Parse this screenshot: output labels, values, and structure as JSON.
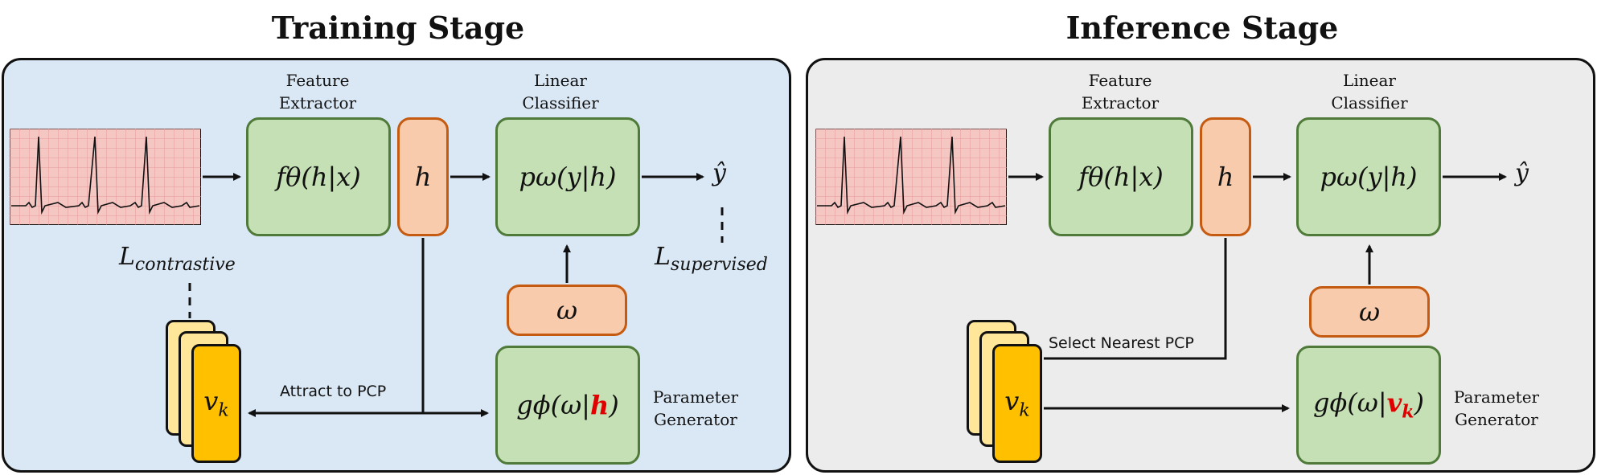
{
  "training": {
    "title": "Training Stage",
    "feature_extractor_label": "Feature\nExtractor",
    "linear_classifier_label": "Linear\nClassifier",
    "parameter_generator_label": "Parameter\nGenerator",
    "f_box": "fθ(h|x)",
    "h_box": "h",
    "p_box": "pω(y|h)",
    "omega_box": "ω",
    "g_box_prefix": "gϕ(ω|",
    "g_box_var": "h",
    "g_box_suffix": ")",
    "y_hat": "ŷ",
    "l_contrastive": "L",
    "l_contrastive_sub": "contrastive",
    "l_supervised": "L",
    "l_supervised_sub": "supervised",
    "attract_label": "Attract to PCP",
    "vk": "v",
    "vk_sub": "k"
  },
  "inference": {
    "title": "Inference Stage",
    "feature_extractor_label": "Feature\nExtractor",
    "linear_classifier_label": "Linear\nClassifier",
    "parameter_generator_label": "Parameter\nGenerator",
    "f_box": "fθ(h|x)",
    "h_box": "h",
    "p_box": "pω(y|h)",
    "omega_box": "ω",
    "g_box_prefix": "gϕ(ω|",
    "g_box_var": "v",
    "g_box_var_sub": "k",
    "g_box_suffix": ")",
    "y_hat": "ŷ",
    "select_label": "Select Nearest PCP",
    "vk": "v",
    "vk_sub": "k"
  },
  "colors": {
    "train_panel_bg": "#dae8f5",
    "infer_panel_bg": "#ececec",
    "green_fill": "#c5e0b4",
    "orange_fill": "#f8cbad",
    "vk_fill": "#ffc000",
    "vk_back_fill": "#ffe699",
    "ecg_bg": "#f4c7c3",
    "highlight": "#e00000"
  }
}
